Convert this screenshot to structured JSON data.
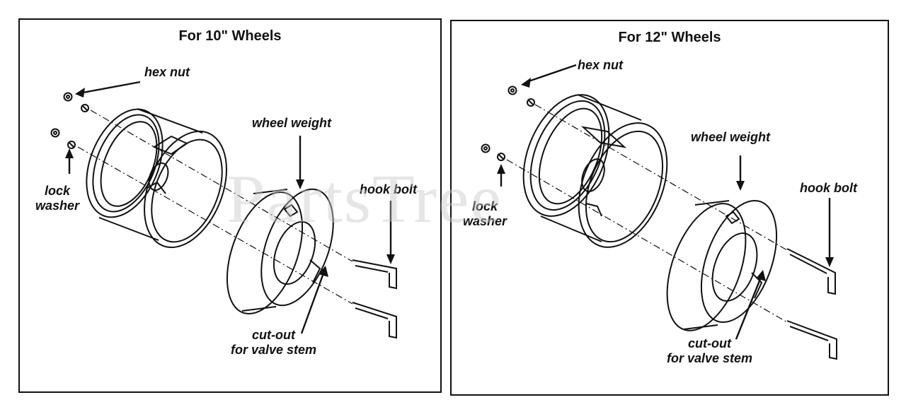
{
  "panels": [
    {
      "title": "For 10\" Wheels",
      "labels": {
        "hex_nut": "hex nut",
        "lock_washer": "lock\nwasher",
        "wheel_weight": "wheel weight",
        "hook_bolt": "hook bolt",
        "cut_out": "cut-out\nfor valve stem"
      }
    },
    {
      "title": "For 12\" Wheels",
      "labels": {
        "hex_nut": "hex nut",
        "lock_washer": "lock\nwasher",
        "wheel_weight": "wheel weight",
        "hook_bolt": "hook bolt",
        "cut_out": "cut-out\nfor valve stem"
      }
    }
  ],
  "watermark": "PartsTree",
  "colors": {
    "ink": "#111111",
    "watermark": "#c9c9c9",
    "background": "#ffffff"
  }
}
